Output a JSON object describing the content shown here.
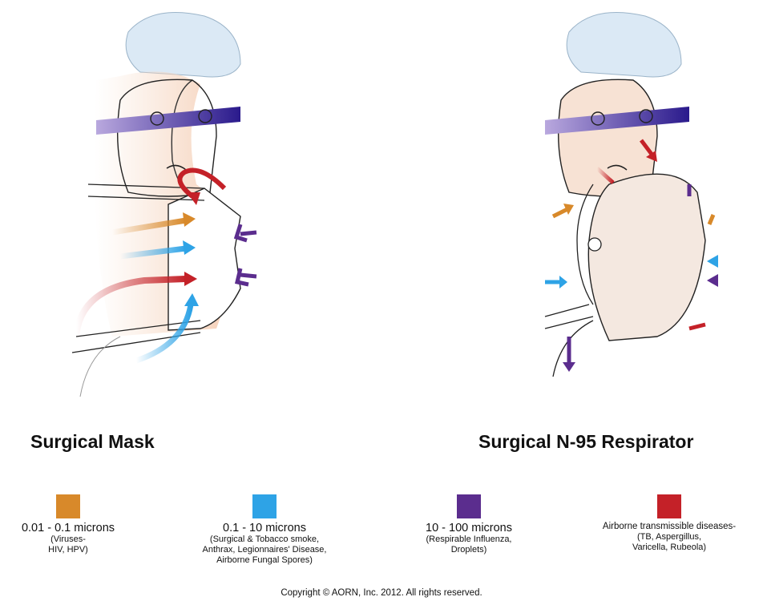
{
  "titles": {
    "left": "Surgical Mask",
    "right": "Surgical N-95 Respirator"
  },
  "legend": [
    {
      "title": "0.01 - 0.1 microns",
      "desc": "(Viruses-\nHIV, HPV)",
      "color": "#d8892a"
    },
    {
      "title": "0.1 - 10 microns",
      "desc": "(Surgical & Tobacco smoke,\nAnthrax, Legionnaires' Disease,\nAirborne Fungal Spores)",
      "color": "#2ea3e6"
    },
    {
      "title": "10 - 100 microns",
      "desc": "(Respirable Influenza,\nDroplets)",
      "color": "#5b2d8e"
    },
    {
      "title": "Airborne transmissible diseases-",
      "desc": "(TB, Aspergillus,\nVaricella, Rubeola)",
      "color": "#c42128"
    }
  ],
  "copyright": "Copyright © AORN, Inc. 2012. All rights reserved.",
  "colors": {
    "orange": "#d8892a",
    "blue": "#2ea3e6",
    "purple": "#5b2d8e",
    "red": "#c42128",
    "skin": "#f7dcc8",
    "cap": "#dbe9f5"
  },
  "icons": [
    "surgical-mask-illustration",
    "n95-respirator-illustration"
  ]
}
